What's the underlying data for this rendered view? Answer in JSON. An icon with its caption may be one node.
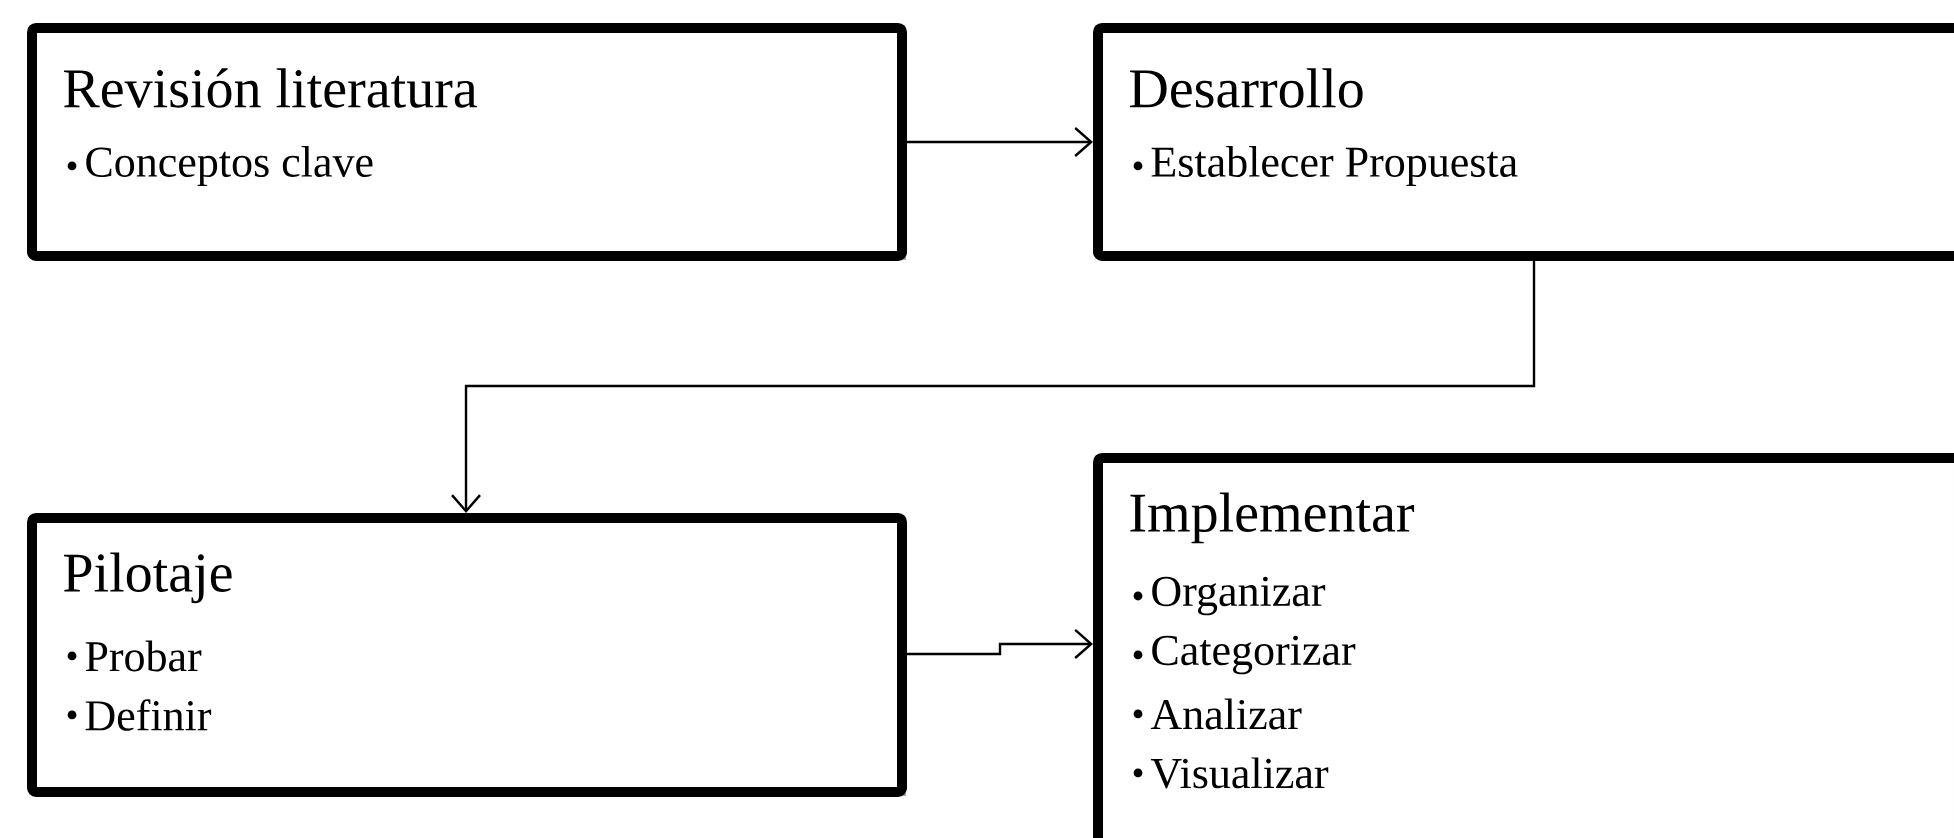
{
  "diagram": {
    "nodes": [
      {
        "text": [
          "Revisión literatura",
          "Conceptos clave"
        ]
      },
      {
        "text": [
          "Desarrollo",
          "Establecer Propuesta"
        ]
      },
      {
        "text": [
          "Pilotaje",
          "Probar",
          "Definir"
        ]
      },
      {
        "text": [
          "Implementar",
          "Organizar",
          "Categorizar",
          "Analizar",
          "Visualizar"
        ]
      }
    ],
    "edges": [
      {
        "from": 0,
        "to": 1,
        "arrow": "to"
      },
      {
        "from": 1,
        "to": 2,
        "arrow": "to"
      },
      {
        "from": 2,
        "to": 3,
        "arrow": "to"
      }
    ]
  }
}
